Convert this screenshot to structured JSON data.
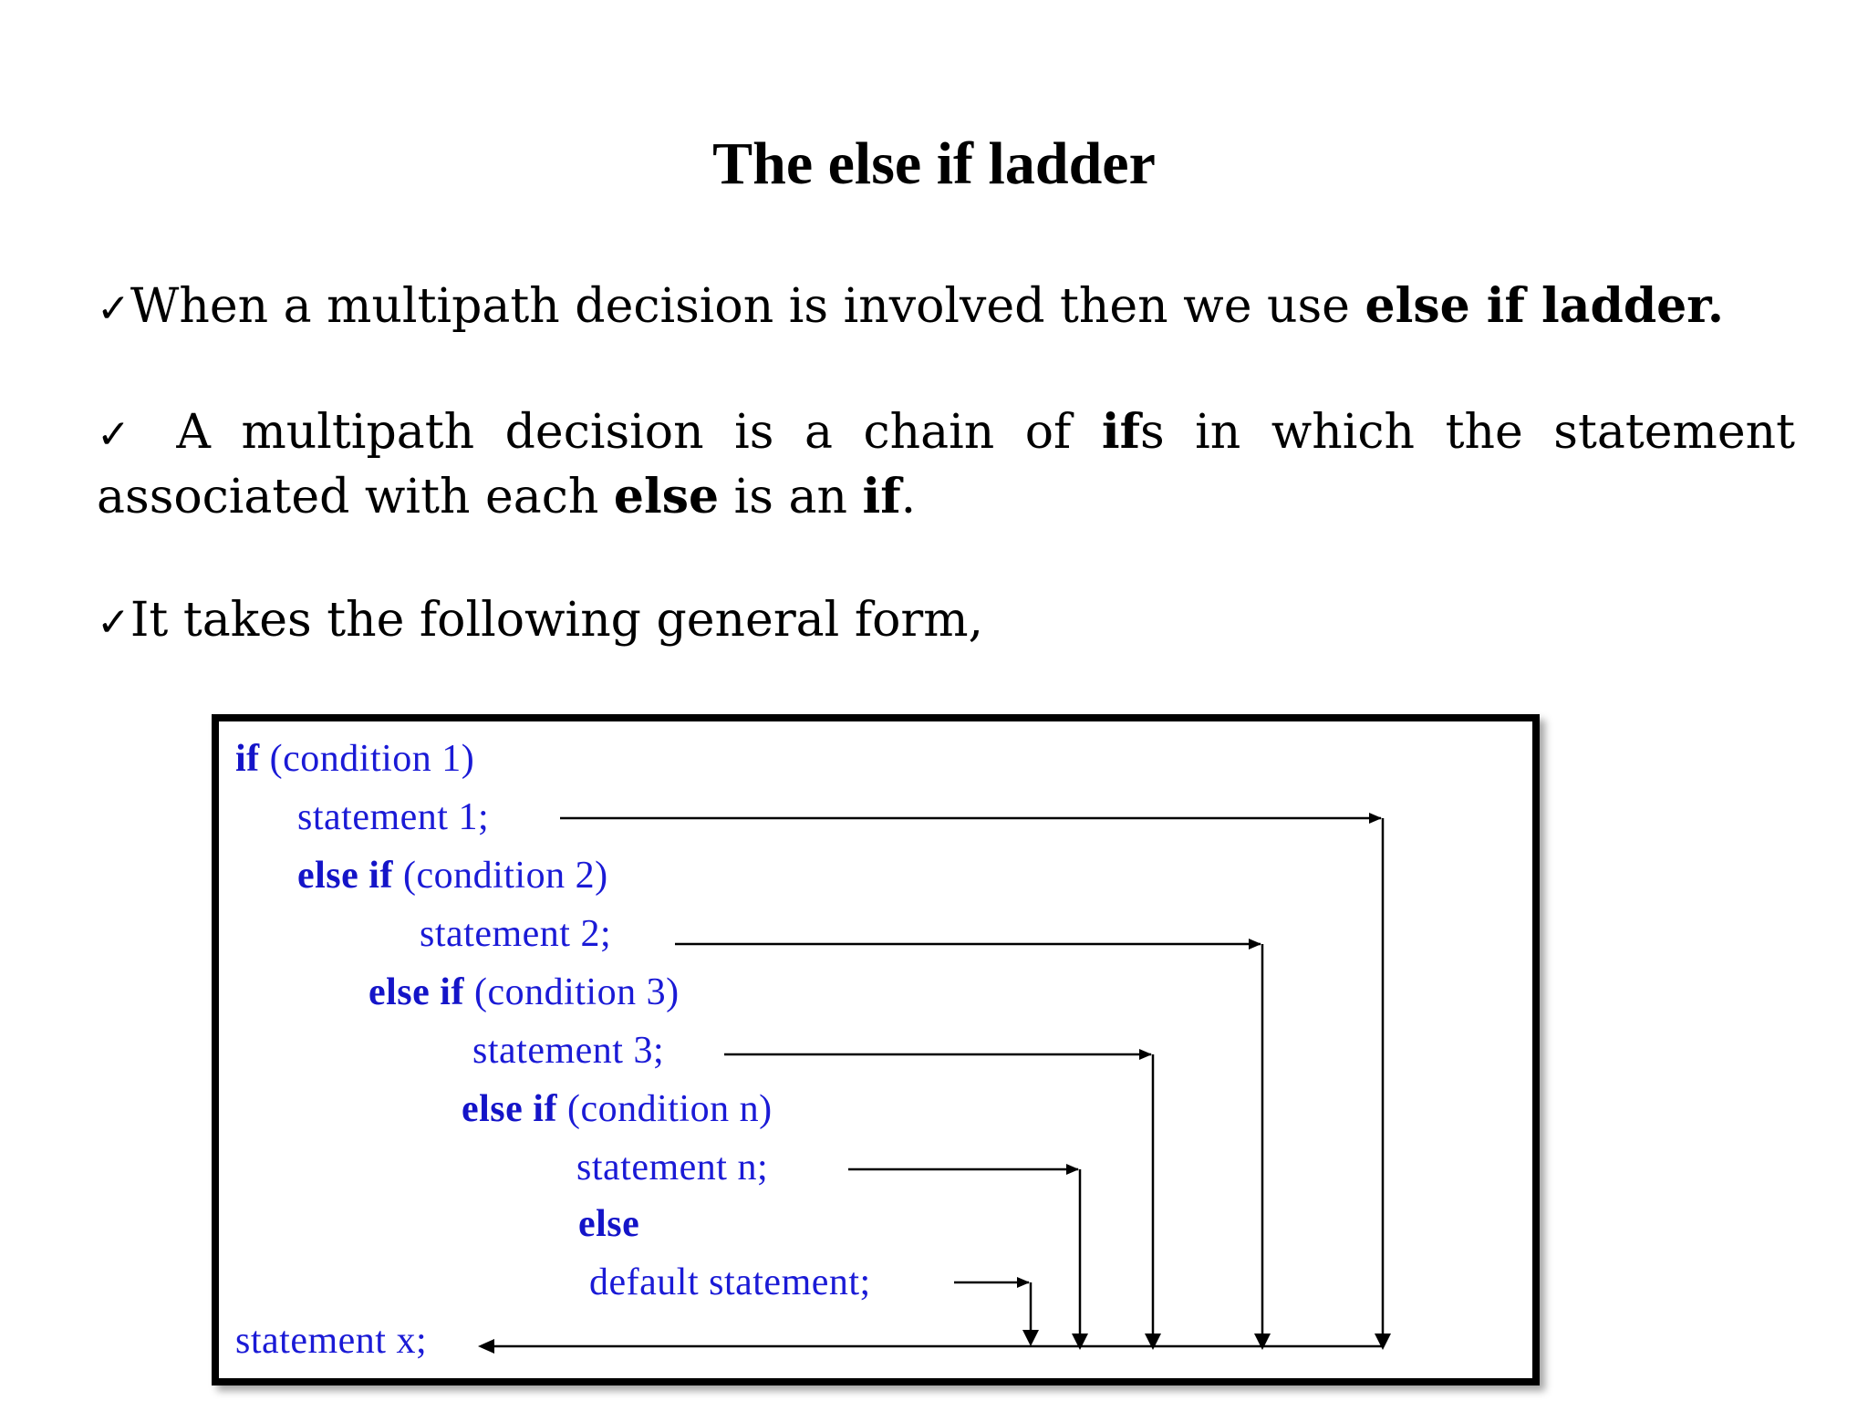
{
  "slide": {
    "title": "The else if ladder",
    "bullets": [
      {
        "check": "✓",
        "pre": "When a multipath decision is involved then we use ",
        "bold": "else if ladder."
      },
      {
        "check": "✓",
        "pre": " A multipath decision is a chain of ",
        "bold1": "if",
        "mid1": "s in which the statement associated with each ",
        "bold2": "else",
        "mid2": " is an ",
        "bold3": "if",
        "post": "."
      },
      {
        "check": "✓",
        "text": "It takes the following general form,"
      }
    ]
  },
  "code": {
    "lines": [
      {
        "kw": "if",
        "rest": " (condition 1)"
      },
      {
        "kw": "",
        "rest": "statement 1;"
      },
      {
        "kw": "else if",
        "rest": " (condition 2)"
      },
      {
        "kw": "",
        "rest": "statement 2;"
      },
      {
        "kw": "else if",
        "rest": " (condition 3)"
      },
      {
        "kw": "",
        "rest": "statement 3;"
      },
      {
        "kw": "else if",
        "rest": " (condition n)"
      },
      {
        "kw": "",
        "rest": "statement n;"
      },
      {
        "kw": "else",
        "rest": ""
      },
      {
        "kw": "",
        "rest": "default statement;"
      },
      {
        "kw": "",
        "rest": "statement x;"
      }
    ]
  },
  "colors": {
    "code_text": "#1a1ad6",
    "keyword": "#1414c8",
    "arrows": "#000000"
  }
}
